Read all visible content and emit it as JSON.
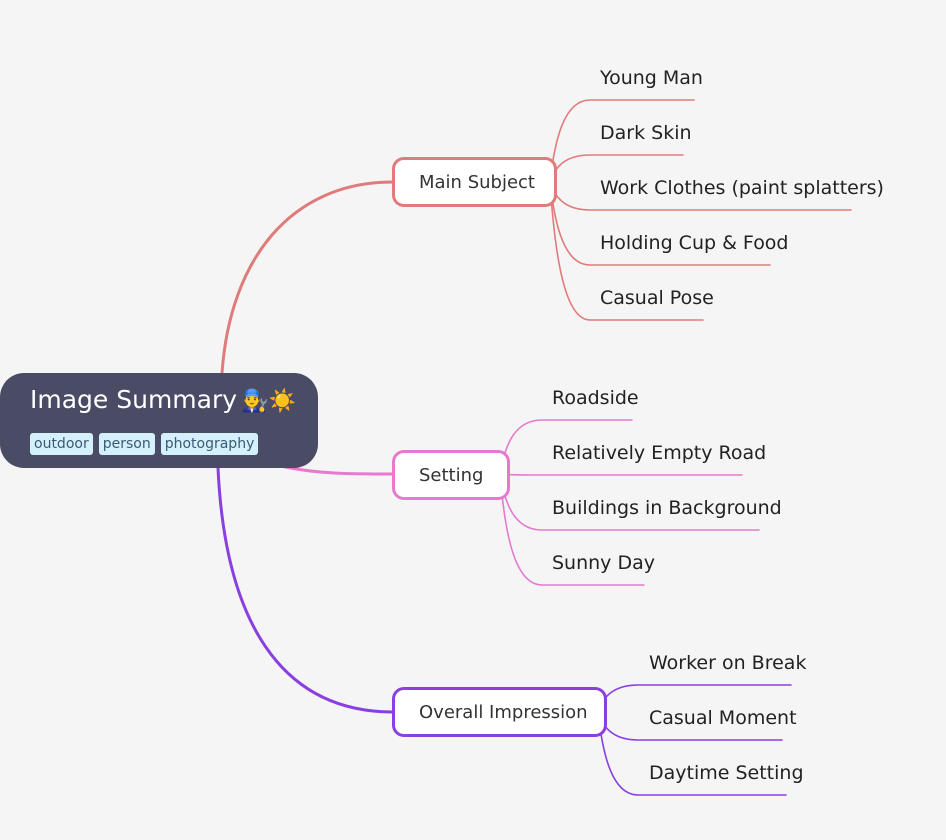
{
  "root": {
    "title": "Image Summary",
    "emoji": "👨‍🔧☀️",
    "tags": [
      "outdoor",
      "person",
      "photography"
    ]
  },
  "branches": [
    {
      "label": "Main Subject",
      "color": "#e07b7b",
      "leaves": [
        "Young Man",
        "Dark Skin",
        "Work Clothes (paint splatters)",
        "Holding Cup & Food",
        "Casual Pose"
      ]
    },
    {
      "label": "Setting",
      "color": "#e57ad0",
      "leaves": [
        "Roadside",
        "Relatively Empty Road",
        "Buildings in Background",
        "Sunny Day"
      ]
    },
    {
      "label": "Overall Impression",
      "color": "#8a3fe0",
      "leaves": [
        "Worker on Break",
        "Casual Moment",
        "Daytime Setting"
      ]
    }
  ]
}
